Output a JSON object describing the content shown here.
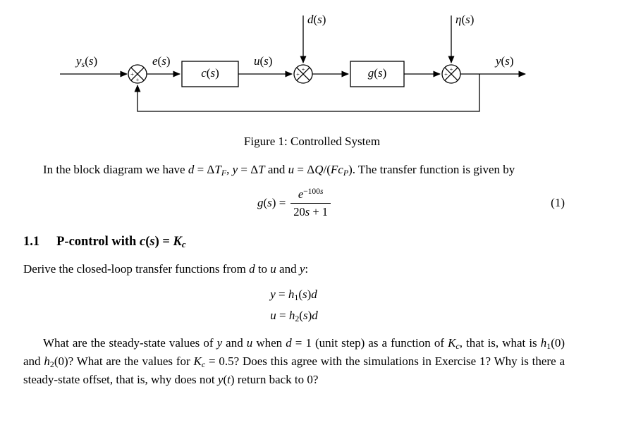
{
  "figure": {
    "caption": "Figure 1: Controlled System",
    "diagram": {
      "plus": "+",
      "labels": {
        "ys": [
          {
            "t": "y",
            "f": "i"
          },
          {
            "t": "s",
            "f": "i",
            "v": "sub"
          },
          {
            "t": "(",
            "f": "n"
          },
          {
            "t": "s",
            "f": "i"
          },
          {
            "t": ")",
            "f": "n"
          }
        ],
        "e": [
          {
            "t": "e",
            "f": "i"
          },
          {
            "t": "(",
            "f": "n"
          },
          {
            "t": "s",
            "f": "i"
          },
          {
            "t": ")",
            "f": "n"
          }
        ],
        "u": [
          {
            "t": "u",
            "f": "i"
          },
          {
            "t": "(",
            "f": "n"
          },
          {
            "t": "s",
            "f": "i"
          },
          {
            "t": ")",
            "f": "n"
          }
        ],
        "d": [
          {
            "t": "d",
            "f": "i"
          },
          {
            "t": "(",
            "f": "n"
          },
          {
            "t": "s",
            "f": "i"
          },
          {
            "t": ")",
            "f": "n"
          }
        ],
        "eta": [
          {
            "t": "η",
            "f": "i"
          },
          {
            "t": "(",
            "f": "n"
          },
          {
            "t": "s",
            "f": "i"
          },
          {
            "t": ")",
            "f": "n"
          }
        ],
        "y": [
          {
            "t": "y",
            "f": "i"
          },
          {
            "t": "(",
            "f": "n"
          },
          {
            "t": "s",
            "f": "i"
          },
          {
            "t": ")",
            "f": "n"
          }
        ],
        "c_block": [
          {
            "t": "c",
            "f": "i"
          },
          {
            "t": "(",
            "f": "n"
          },
          {
            "t": "s",
            "f": "i"
          },
          {
            "t": ")",
            "f": "n"
          }
        ],
        "g_block": [
          {
            "t": "g",
            "f": "i"
          },
          {
            "t": "(",
            "f": "n"
          },
          {
            "t": "s",
            "f": "i"
          },
          {
            "t": ")",
            "f": "n"
          }
        ]
      }
    }
  },
  "body": {
    "para1": [
      {
        "t": "In the block diagram we have ",
        "f": "n"
      },
      {
        "t": "d",
        "f": "i"
      },
      {
        "t": " = Δ",
        "f": "n"
      },
      {
        "t": "T",
        "f": "i"
      },
      {
        "t": "F",
        "f": "i",
        "v": "sub"
      },
      {
        "t": ", ",
        "f": "n"
      },
      {
        "t": "y",
        "f": "i"
      },
      {
        "t": " = Δ",
        "f": "n"
      },
      {
        "t": "T",
        "f": "i"
      },
      {
        "t": " and ",
        "f": "n"
      },
      {
        "t": "u",
        "f": "i"
      },
      {
        "t": " = Δ",
        "f": "n"
      },
      {
        "t": "Q",
        "f": "i"
      },
      {
        "t": "/(",
        "f": "n"
      },
      {
        "t": "F",
        "f": "i"
      },
      {
        "t": "c",
        "f": "i"
      },
      {
        "t": "P",
        "f": "i",
        "v": "sub"
      },
      {
        "t": "). The transfer function is given by",
        "f": "n"
      }
    ],
    "eq1": {
      "lhs": [
        {
          "t": "g",
          "f": "i"
        },
        {
          "t": "(",
          "f": "n"
        },
        {
          "t": "s",
          "f": "i"
        },
        {
          "t": ") = ",
          "f": "n"
        }
      ],
      "num": [
        {
          "t": "e",
          "f": "i"
        },
        {
          "t": "−100",
          "f": "n",
          "v": "sup"
        },
        {
          "t": "s",
          "f": "i",
          "v": "sup"
        }
      ],
      "den": [
        {
          "t": "20",
          "f": "n"
        },
        {
          "t": "s",
          "f": "i"
        },
        {
          "t": " + 1",
          "f": "n"
        }
      ],
      "number": "(1)"
    },
    "heading": {
      "number": "1.1",
      "title": [
        {
          "t": "P-control with ",
          "f": "b"
        },
        {
          "t": "c",
          "f": "bi"
        },
        {
          "t": "(",
          "f": "b"
        },
        {
          "t": "s",
          "f": "bi"
        },
        {
          "t": ") = ",
          "f": "b"
        },
        {
          "t": "K",
          "f": "bi"
        },
        {
          "t": "c",
          "f": "bi",
          "v": "sub"
        }
      ]
    },
    "para2": [
      {
        "t": "Derive the closed-loop transfer functions from ",
        "f": "n"
      },
      {
        "t": "d",
        "f": "i"
      },
      {
        "t": " to ",
        "f": "n"
      },
      {
        "t": "u",
        "f": "i"
      },
      {
        "t": " and ",
        "f": "n"
      },
      {
        "t": "y",
        "f": "i"
      },
      {
        "t": ":",
        "f": "n"
      }
    ],
    "eq2": [
      [
        {
          "t": "y",
          "f": "i"
        },
        {
          "t": " = ",
          "f": "n"
        },
        {
          "t": "h",
          "f": "i"
        },
        {
          "t": "1",
          "f": "n",
          "v": "sub"
        },
        {
          "t": "(",
          "f": "n"
        },
        {
          "t": "s",
          "f": "i"
        },
        {
          "t": ")",
          "f": "n"
        },
        {
          "t": "d",
          "f": "i"
        }
      ],
      [
        {
          "t": "u",
          "f": "i"
        },
        {
          "t": " = ",
          "f": "n"
        },
        {
          "t": "h",
          "f": "i"
        },
        {
          "t": "2",
          "f": "n",
          "v": "sub"
        },
        {
          "t": "(",
          "f": "n"
        },
        {
          "t": "s",
          "f": "i"
        },
        {
          "t": ")",
          "f": "n"
        },
        {
          "t": "d",
          "f": "i"
        }
      ]
    ],
    "para3": [
      {
        "t": "What are the steady-state values of ",
        "f": "n"
      },
      {
        "t": "y",
        "f": "i"
      },
      {
        "t": " and ",
        "f": "n"
      },
      {
        "t": "u",
        "f": "i"
      },
      {
        "t": " when ",
        "f": "n"
      },
      {
        "t": "d",
        "f": "i"
      },
      {
        "t": " = 1 (unit step) as a function of ",
        "f": "n"
      },
      {
        "t": "K",
        "f": "i"
      },
      {
        "t": "c",
        "f": "i",
        "v": "sub"
      },
      {
        "t": ", that is, what is ",
        "f": "n"
      },
      {
        "t": "h",
        "f": "i"
      },
      {
        "t": "1",
        "f": "n",
        "v": "sub"
      },
      {
        "t": "(0) and ",
        "f": "n"
      },
      {
        "t": "h",
        "f": "i"
      },
      {
        "t": "2",
        "f": "n",
        "v": "sub"
      },
      {
        "t": "(0)? What are the values for ",
        "f": "n"
      },
      {
        "t": "K",
        "f": "i"
      },
      {
        "t": "c",
        "f": "i",
        "v": "sub"
      },
      {
        "t": " = 0.5? Does this agree with the simulations in Exercise 1? Why is there a steady-state offset, that is, why does not ",
        "f": "n"
      },
      {
        "t": "y",
        "f": "i"
      },
      {
        "t": "(",
        "f": "n"
      },
      {
        "t": "t",
        "f": "i"
      },
      {
        "t": ") return back to 0?",
        "f": "n"
      }
    ]
  }
}
